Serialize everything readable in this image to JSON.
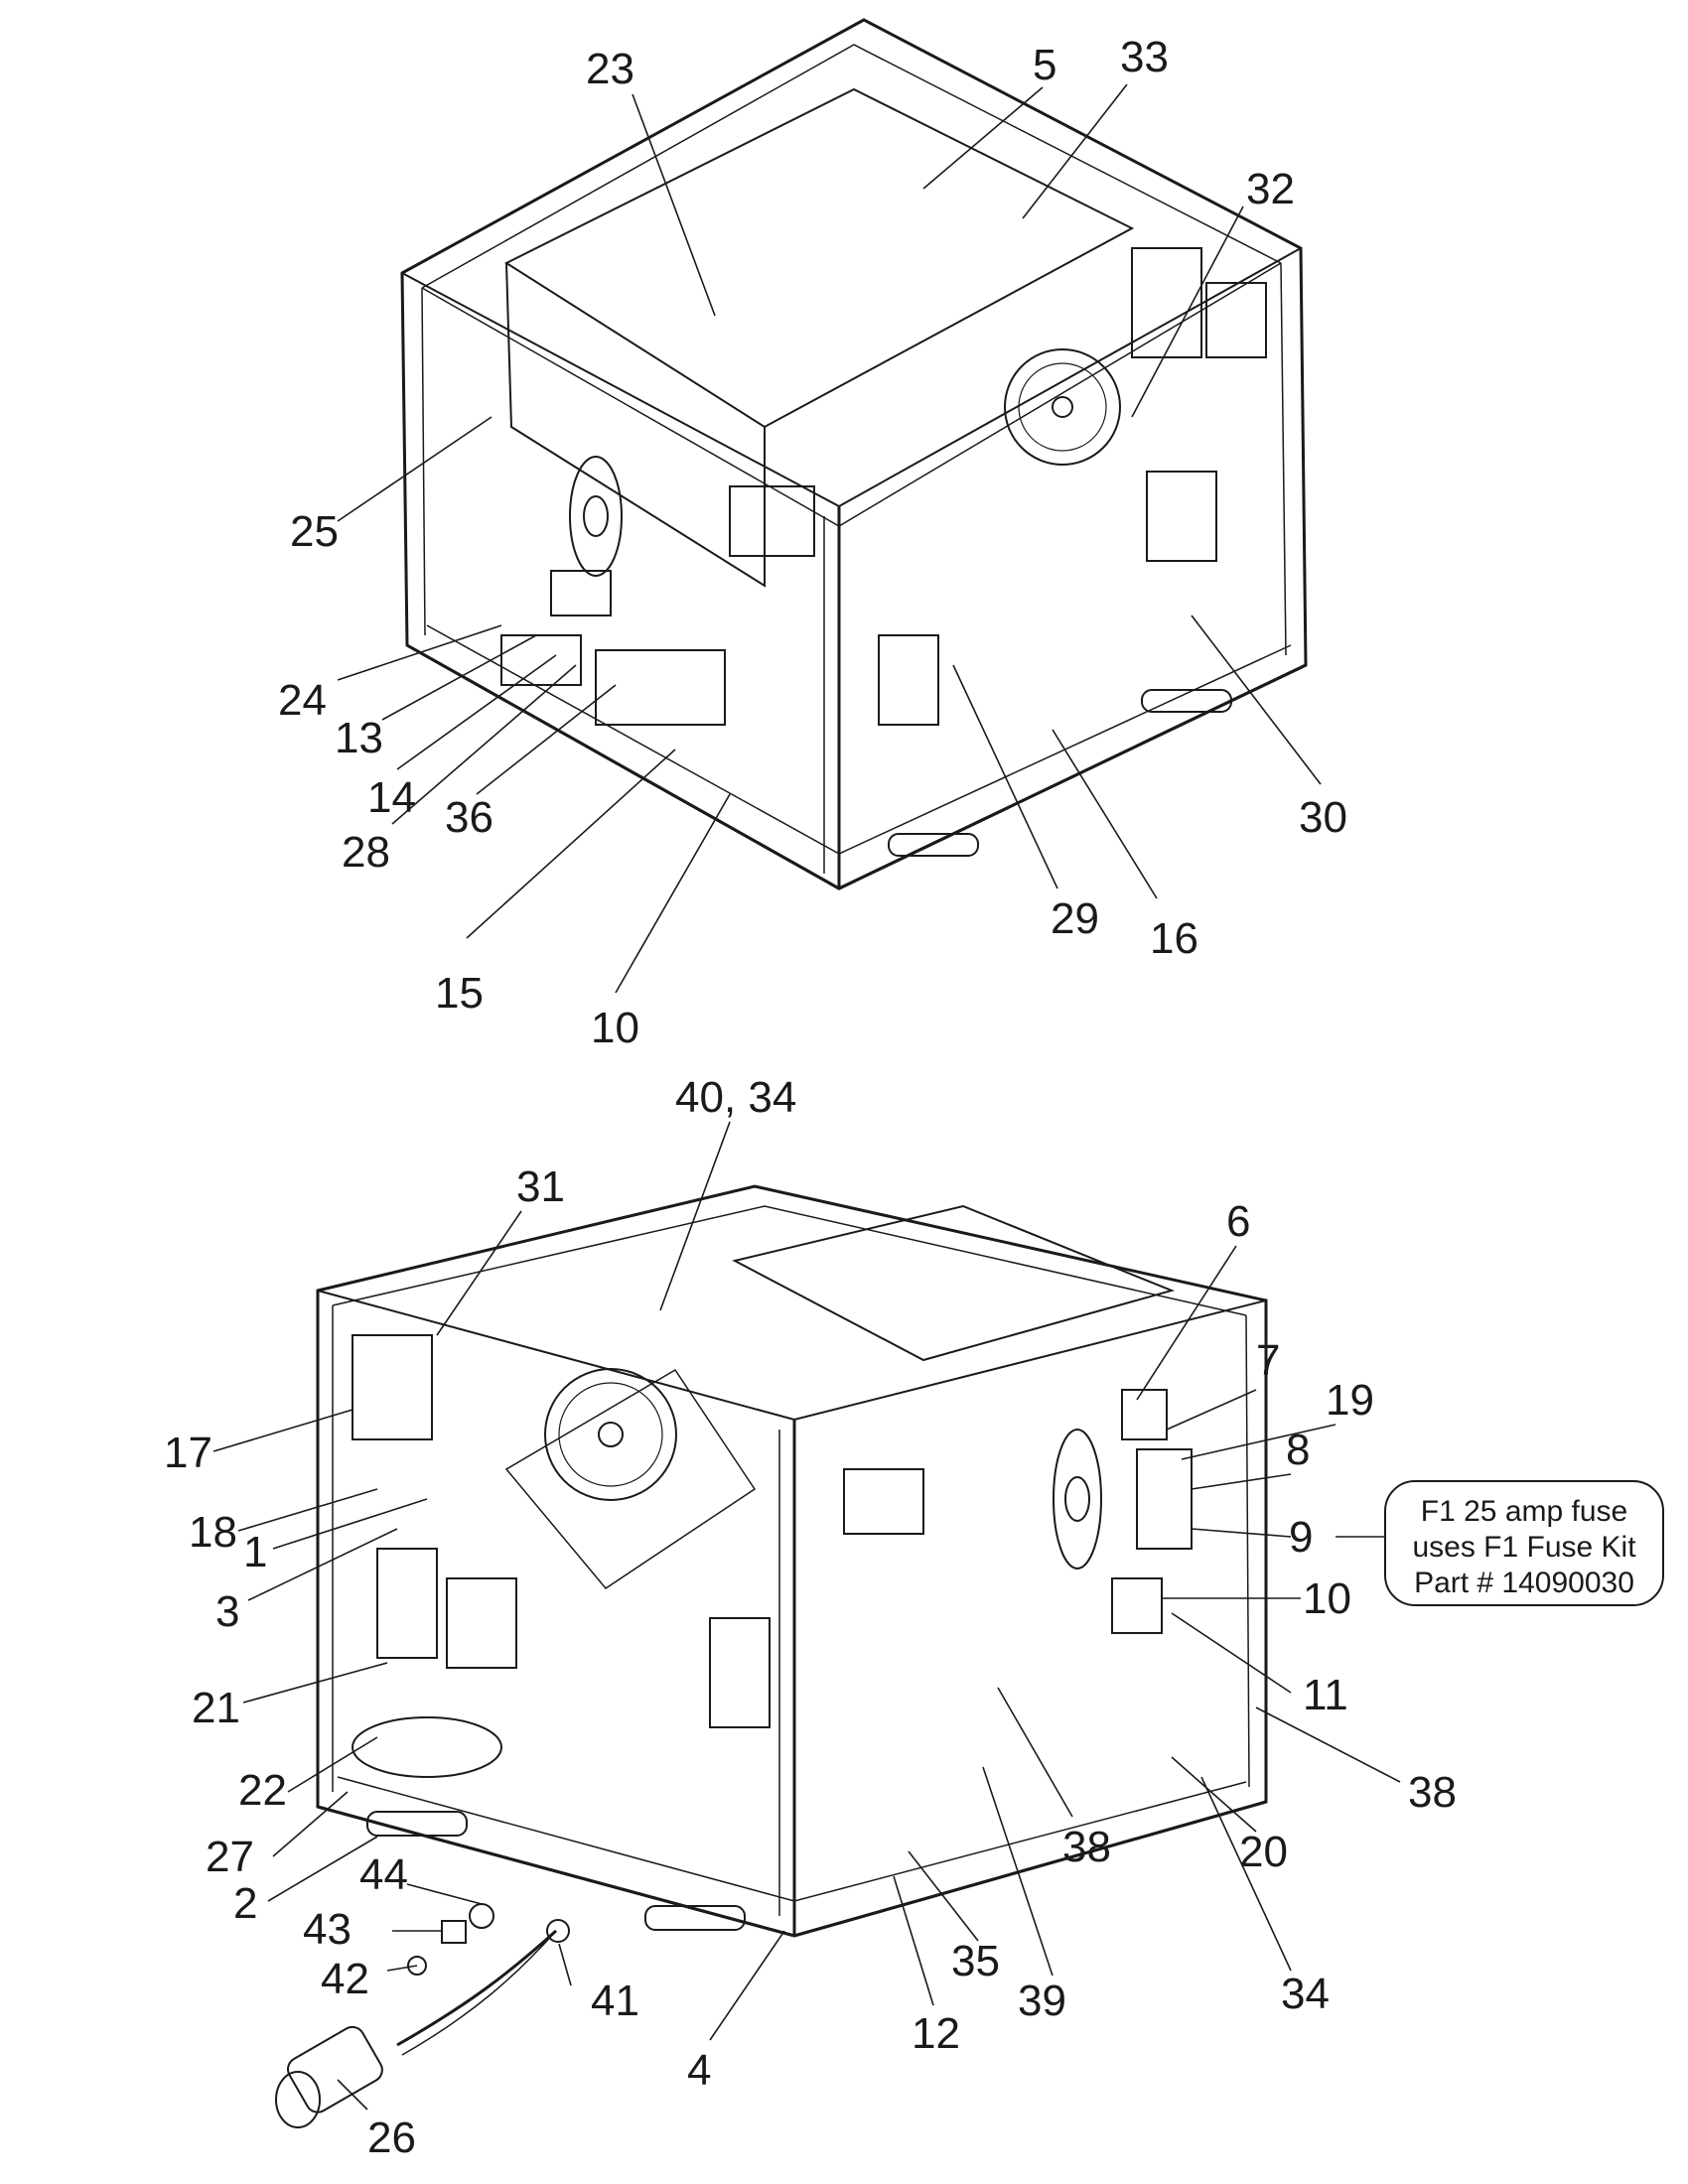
{
  "callouts_top": [
    {
      "key": "c-23",
      "text": "23"
    },
    {
      "key": "c-5",
      "text": "5"
    },
    {
      "key": "c-33",
      "text": "33"
    },
    {
      "key": "c-32",
      "text": "32"
    },
    {
      "key": "c-25",
      "text": "25"
    },
    {
      "key": "c-24",
      "text": "24"
    },
    {
      "key": "c-13",
      "text": "13"
    },
    {
      "key": "c-14",
      "text": "14"
    },
    {
      "key": "c-28",
      "text": "28"
    },
    {
      "key": "c-36",
      "text": "36"
    },
    {
      "key": "c-15",
      "text": "15"
    },
    {
      "key": "c-10a",
      "text": "10"
    },
    {
      "key": "c-29",
      "text": "29"
    },
    {
      "key": "c-16",
      "text": "16"
    },
    {
      "key": "c-30",
      "text": "30"
    }
  ],
  "callouts_bottom": [
    {
      "key": "c-40-34",
      "text": "40, 34"
    },
    {
      "key": "c-31",
      "text": "31"
    },
    {
      "key": "c-6",
      "text": "6"
    },
    {
      "key": "c-7",
      "text": "7"
    },
    {
      "key": "c-19",
      "text": "19"
    },
    {
      "key": "c-8",
      "text": "8"
    },
    {
      "key": "c-9",
      "text": "9"
    },
    {
      "key": "c-10b",
      "text": "10"
    },
    {
      "key": "c-11",
      "text": "11"
    },
    {
      "key": "c-38a",
      "text": "38"
    },
    {
      "key": "c-17",
      "text": "17"
    },
    {
      "key": "c-18",
      "text": "18"
    },
    {
      "key": "c-1",
      "text": "1"
    },
    {
      "key": "c-3",
      "text": "3"
    },
    {
      "key": "c-21",
      "text": "21"
    },
    {
      "key": "c-22",
      "text": "22"
    },
    {
      "key": "c-27",
      "text": "27"
    },
    {
      "key": "c-2",
      "text": "2"
    },
    {
      "key": "c-44",
      "text": "44"
    },
    {
      "key": "c-43",
      "text": "43"
    },
    {
      "key": "c-42",
      "text": "42"
    },
    {
      "key": "c-41",
      "text": "41"
    },
    {
      "key": "c-26",
      "text": "26"
    },
    {
      "key": "c-4",
      "text": "4"
    },
    {
      "key": "c-12",
      "text": "12"
    },
    {
      "key": "c-35",
      "text": "35"
    },
    {
      "key": "c-39",
      "text": "39"
    },
    {
      "key": "c-38b",
      "text": "38"
    },
    {
      "key": "c-20",
      "text": "20"
    },
    {
      "key": "c-34",
      "text": "34"
    }
  ],
  "fuse_note": {
    "line1": "F1 25 amp fuse",
    "line2": "uses F1 Fuse Kit",
    "line3": "Part # 14090030"
  }
}
